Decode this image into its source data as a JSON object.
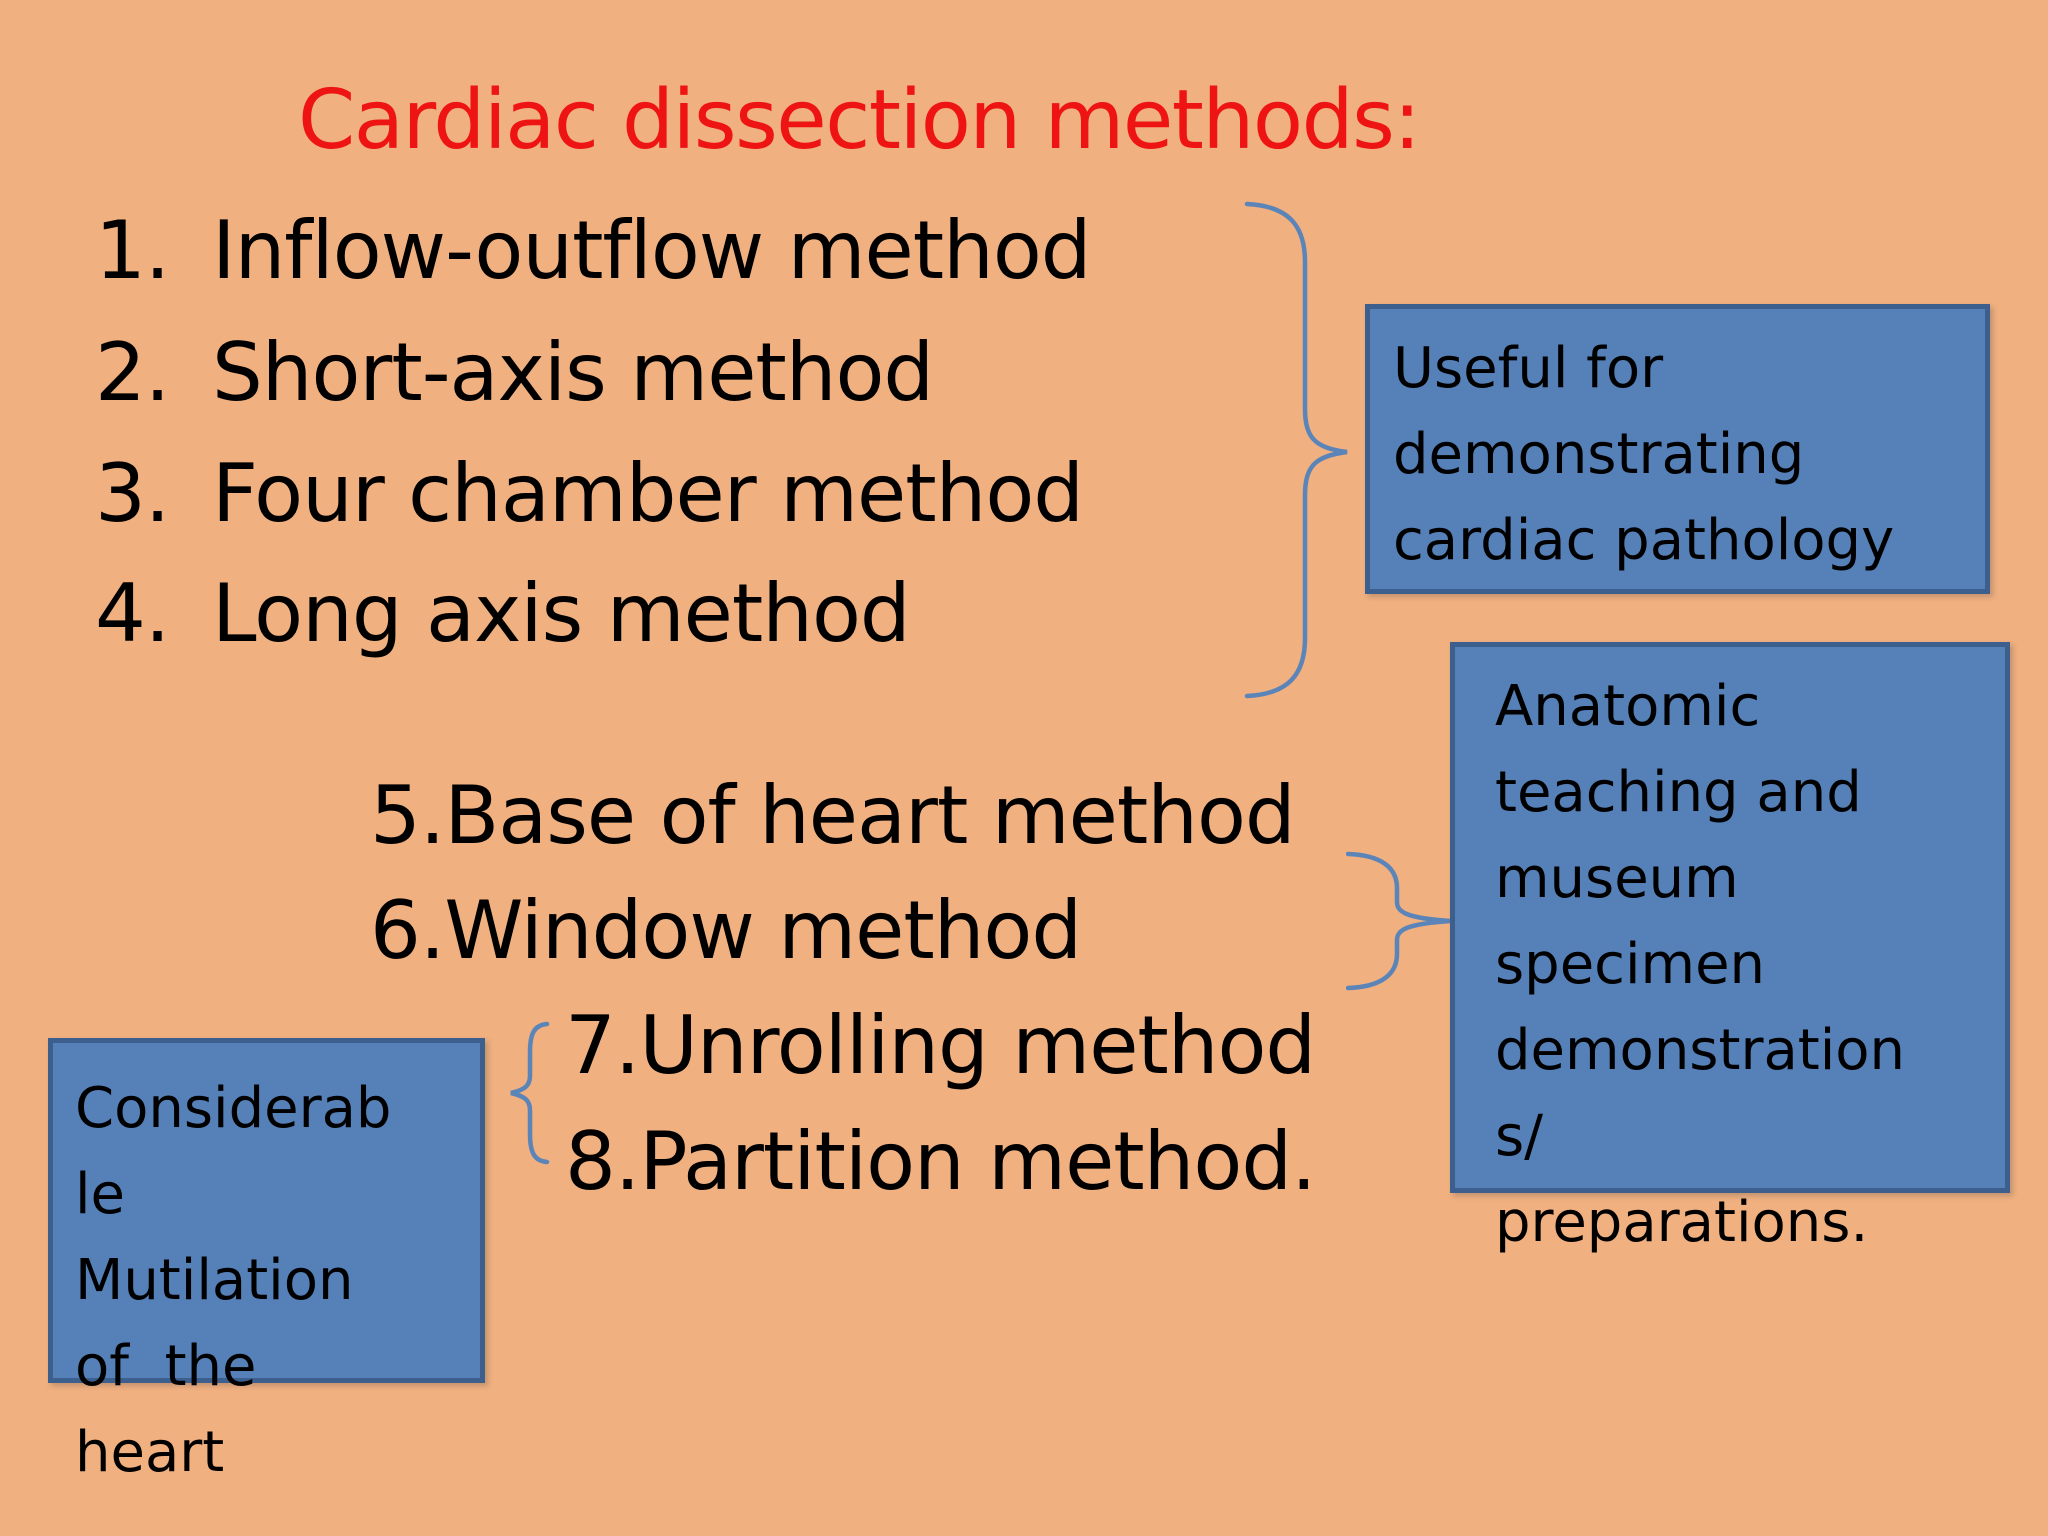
{
  "slide": {
    "title": "Cardiac dissection methods:",
    "numbered_methods": [
      {
        "num": "1.",
        "label": "Inflow-outflow method"
      },
      {
        "num": "2.",
        "label": "Short-axis method"
      },
      {
        "num": "3.",
        "label": "Four chamber method"
      },
      {
        "num": "4.",
        "label": "Long axis method"
      }
    ],
    "middle_methods": [
      {
        "label": "5.Base of heart method"
      },
      {
        "label": "6.Window method"
      }
    ],
    "bottom_methods": [
      {
        "label": "7.Unrolling method"
      },
      {
        "label": "8.Partition method."
      }
    ],
    "callout_pathology": {
      "text": "Useful for\ndemonstrating\ncardiac pathology"
    },
    "callout_museum": {
      "text": "Anatomic\nteaching and\nmuseum\nspecimen\ndemonstration\ns/\npreparations."
    },
    "callout_mutilation": {
      "text": "Considerab\nle\nMutilation\nof  the\nheart"
    },
    "colors": {
      "background": "#f0b080",
      "title_red": "#ee1414",
      "box_fill": "#5580b8",
      "box_border": "#3d5f8e",
      "brace_blue": "#5b84b8",
      "text_black": "#000000"
    }
  }
}
